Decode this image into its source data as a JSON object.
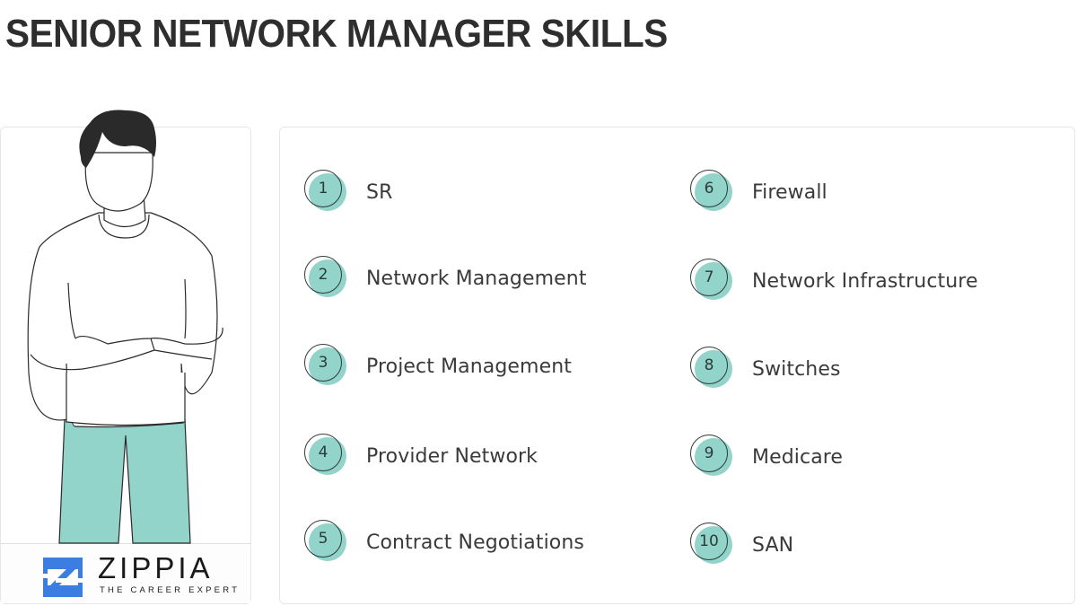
{
  "title": "SENIOR NETWORK MANAGER SKILLS",
  "illustration": {
    "subject": "person-crossed-arms",
    "pants_color": "#92d3ca",
    "hair_color": "#2a2a2a"
  },
  "brand": {
    "name": "ZIPPIA",
    "tagline": "THE CAREER EXPERT",
    "logo_color": "#3b7de0"
  },
  "colors": {
    "badge_fill": "#92d3ca",
    "text": "#3a3a3a",
    "title": "#2e2e2e"
  },
  "skills": [
    {
      "number": "1",
      "label": "SR"
    },
    {
      "number": "2",
      "label": "Network Management"
    },
    {
      "number": "3",
      "label": "Project Management"
    },
    {
      "number": "4",
      "label": "Provider Network"
    },
    {
      "number": "5",
      "label": "Contract Negotiations"
    },
    {
      "number": "6",
      "label": "Firewall"
    },
    {
      "number": "7",
      "label": "Network Infrastructure"
    },
    {
      "number": "8",
      "label": "Switches"
    },
    {
      "number": "9",
      "label": "Medicare"
    },
    {
      "number": "10",
      "label": "SAN"
    }
  ]
}
